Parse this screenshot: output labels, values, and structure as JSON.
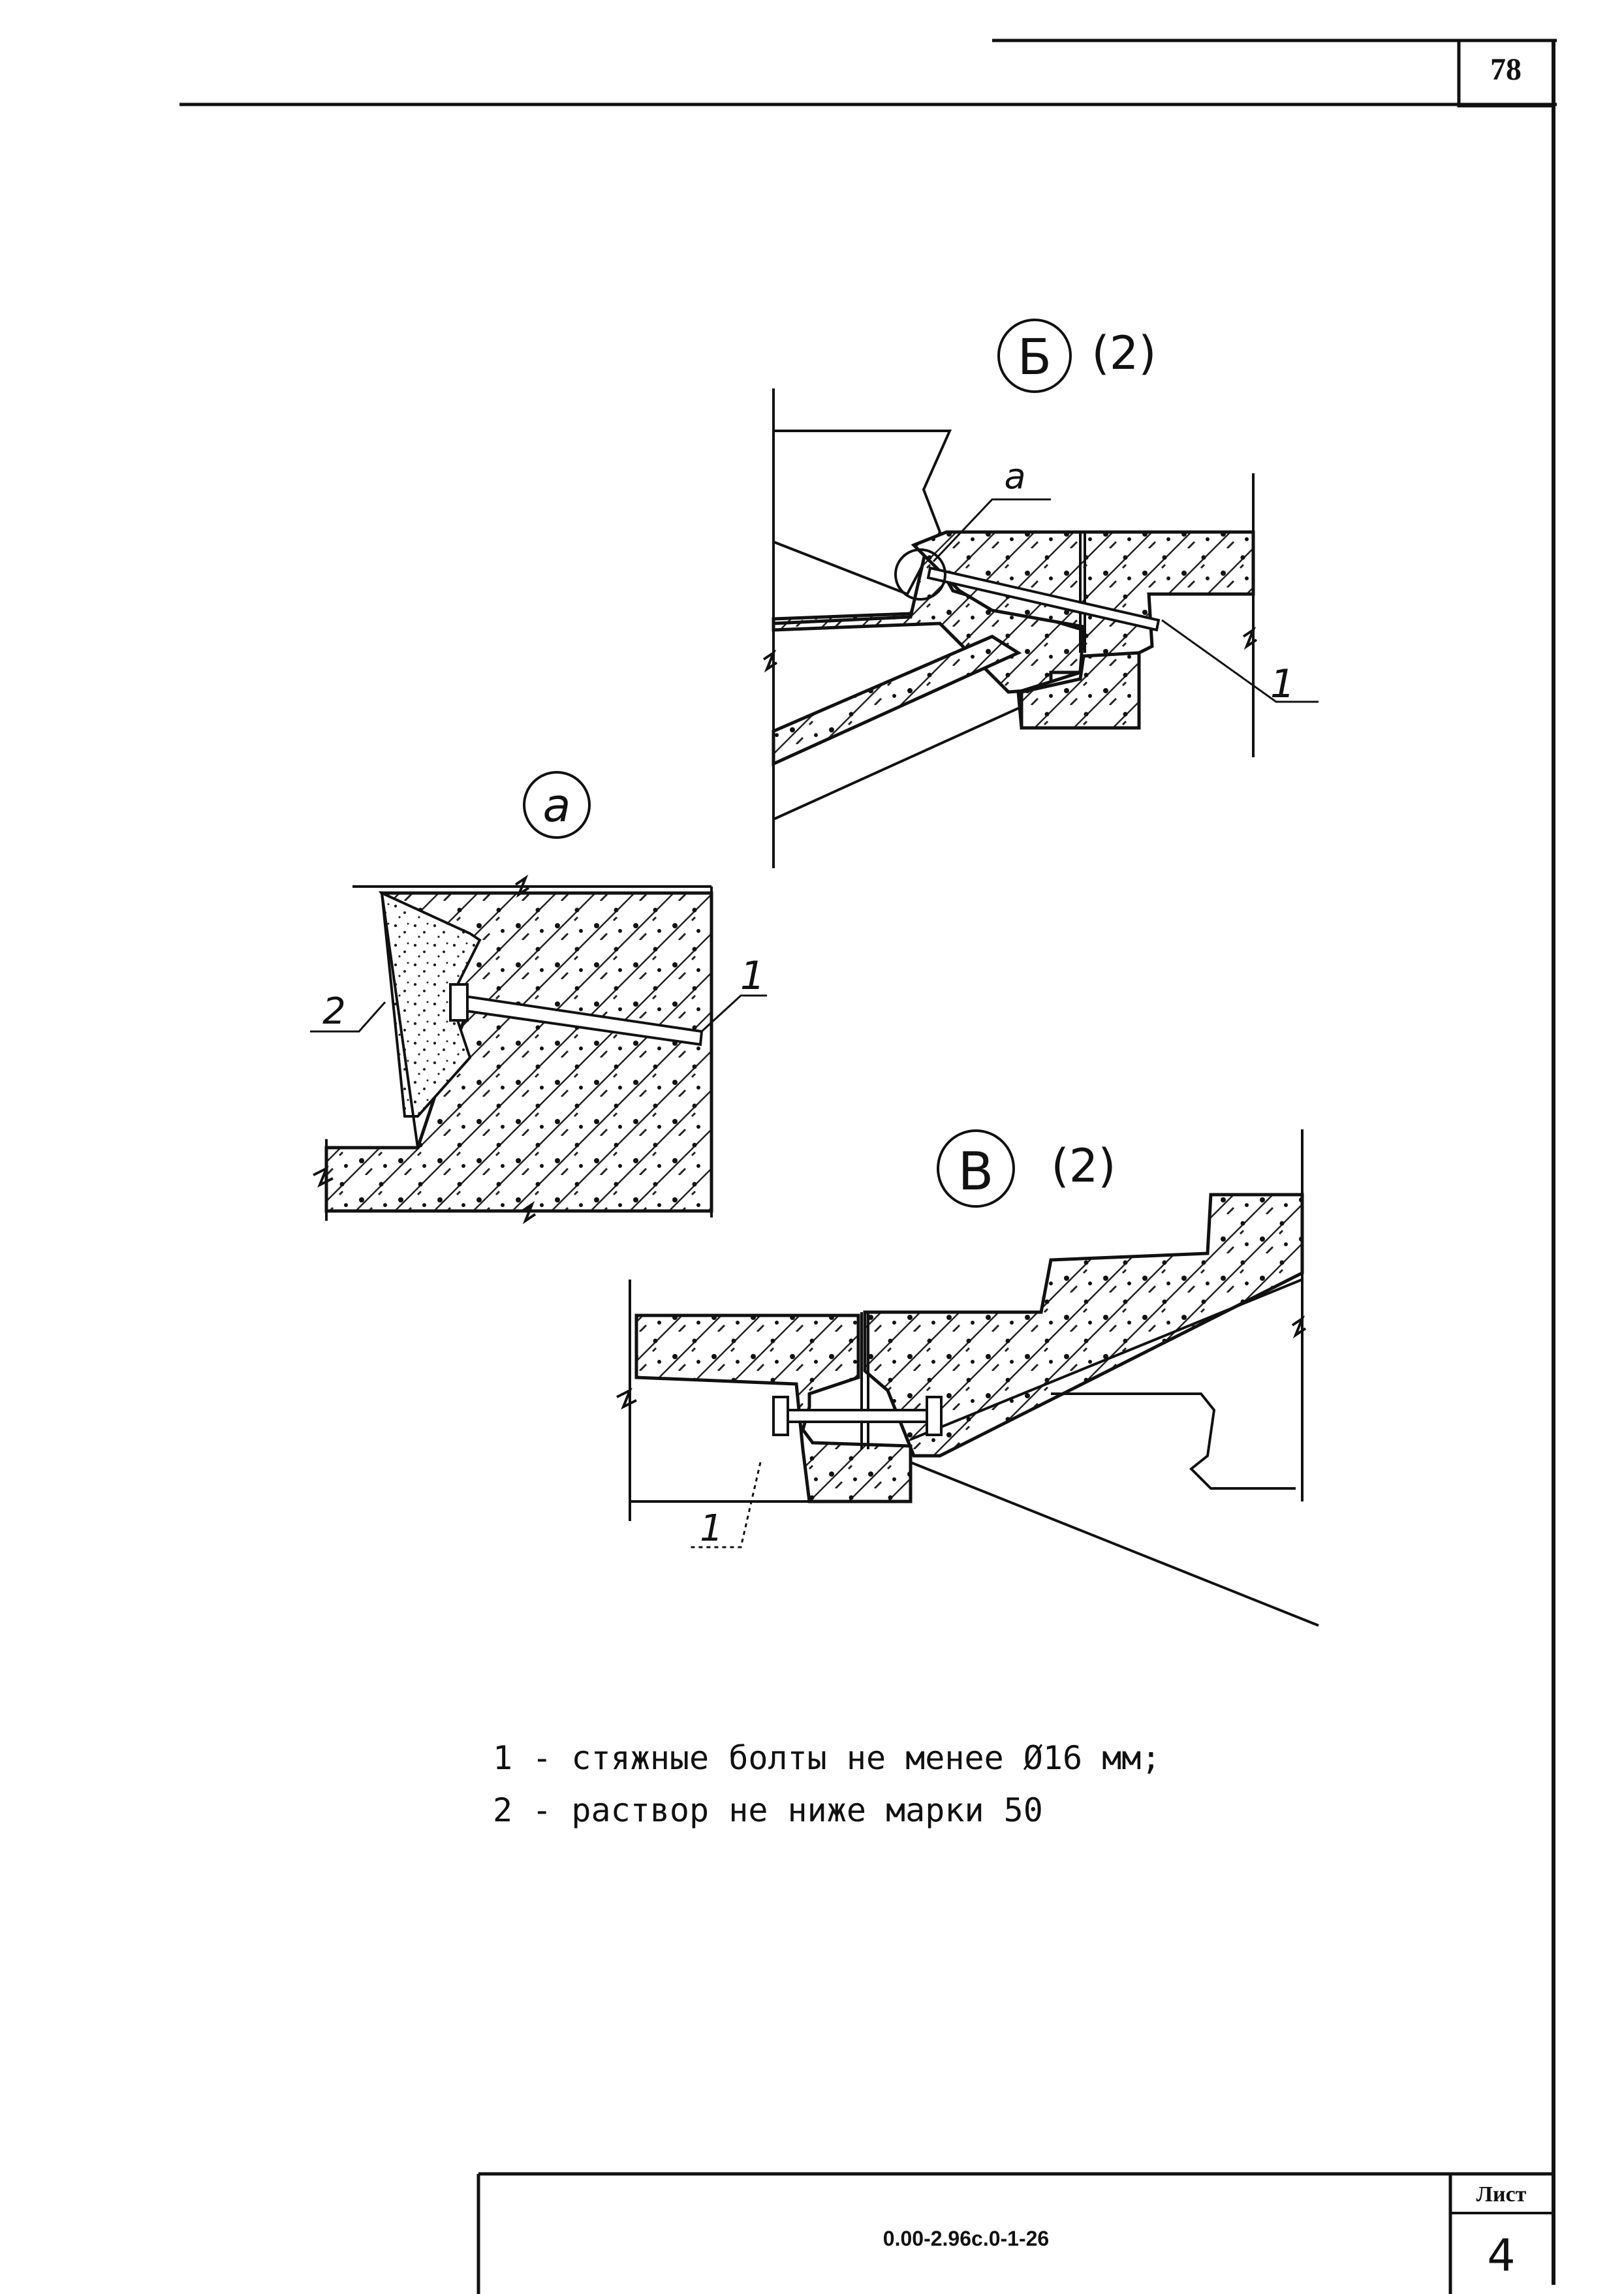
{
  "sheet": {
    "page_number": "78",
    "doc_code": "0.00-2.96с.0-1-26",
    "list_label": "Лист",
    "list_number": "4"
  },
  "details": {
    "b": {
      "letter": "Б",
      "sheet_ref": "(2)",
      "callout_a": "а",
      "callout_1": "1"
    },
    "a": {
      "letter": "а",
      "callout_1": "1",
      "callout_2": "2"
    },
    "v": {
      "letter": "В",
      "sheet_ref": "(2)",
      "callout_1": "1"
    }
  },
  "notes": [
    "1 - стяжные болты не менее Ø16 мм;",
    "2 - раствор не ниже марки 50"
  ]
}
